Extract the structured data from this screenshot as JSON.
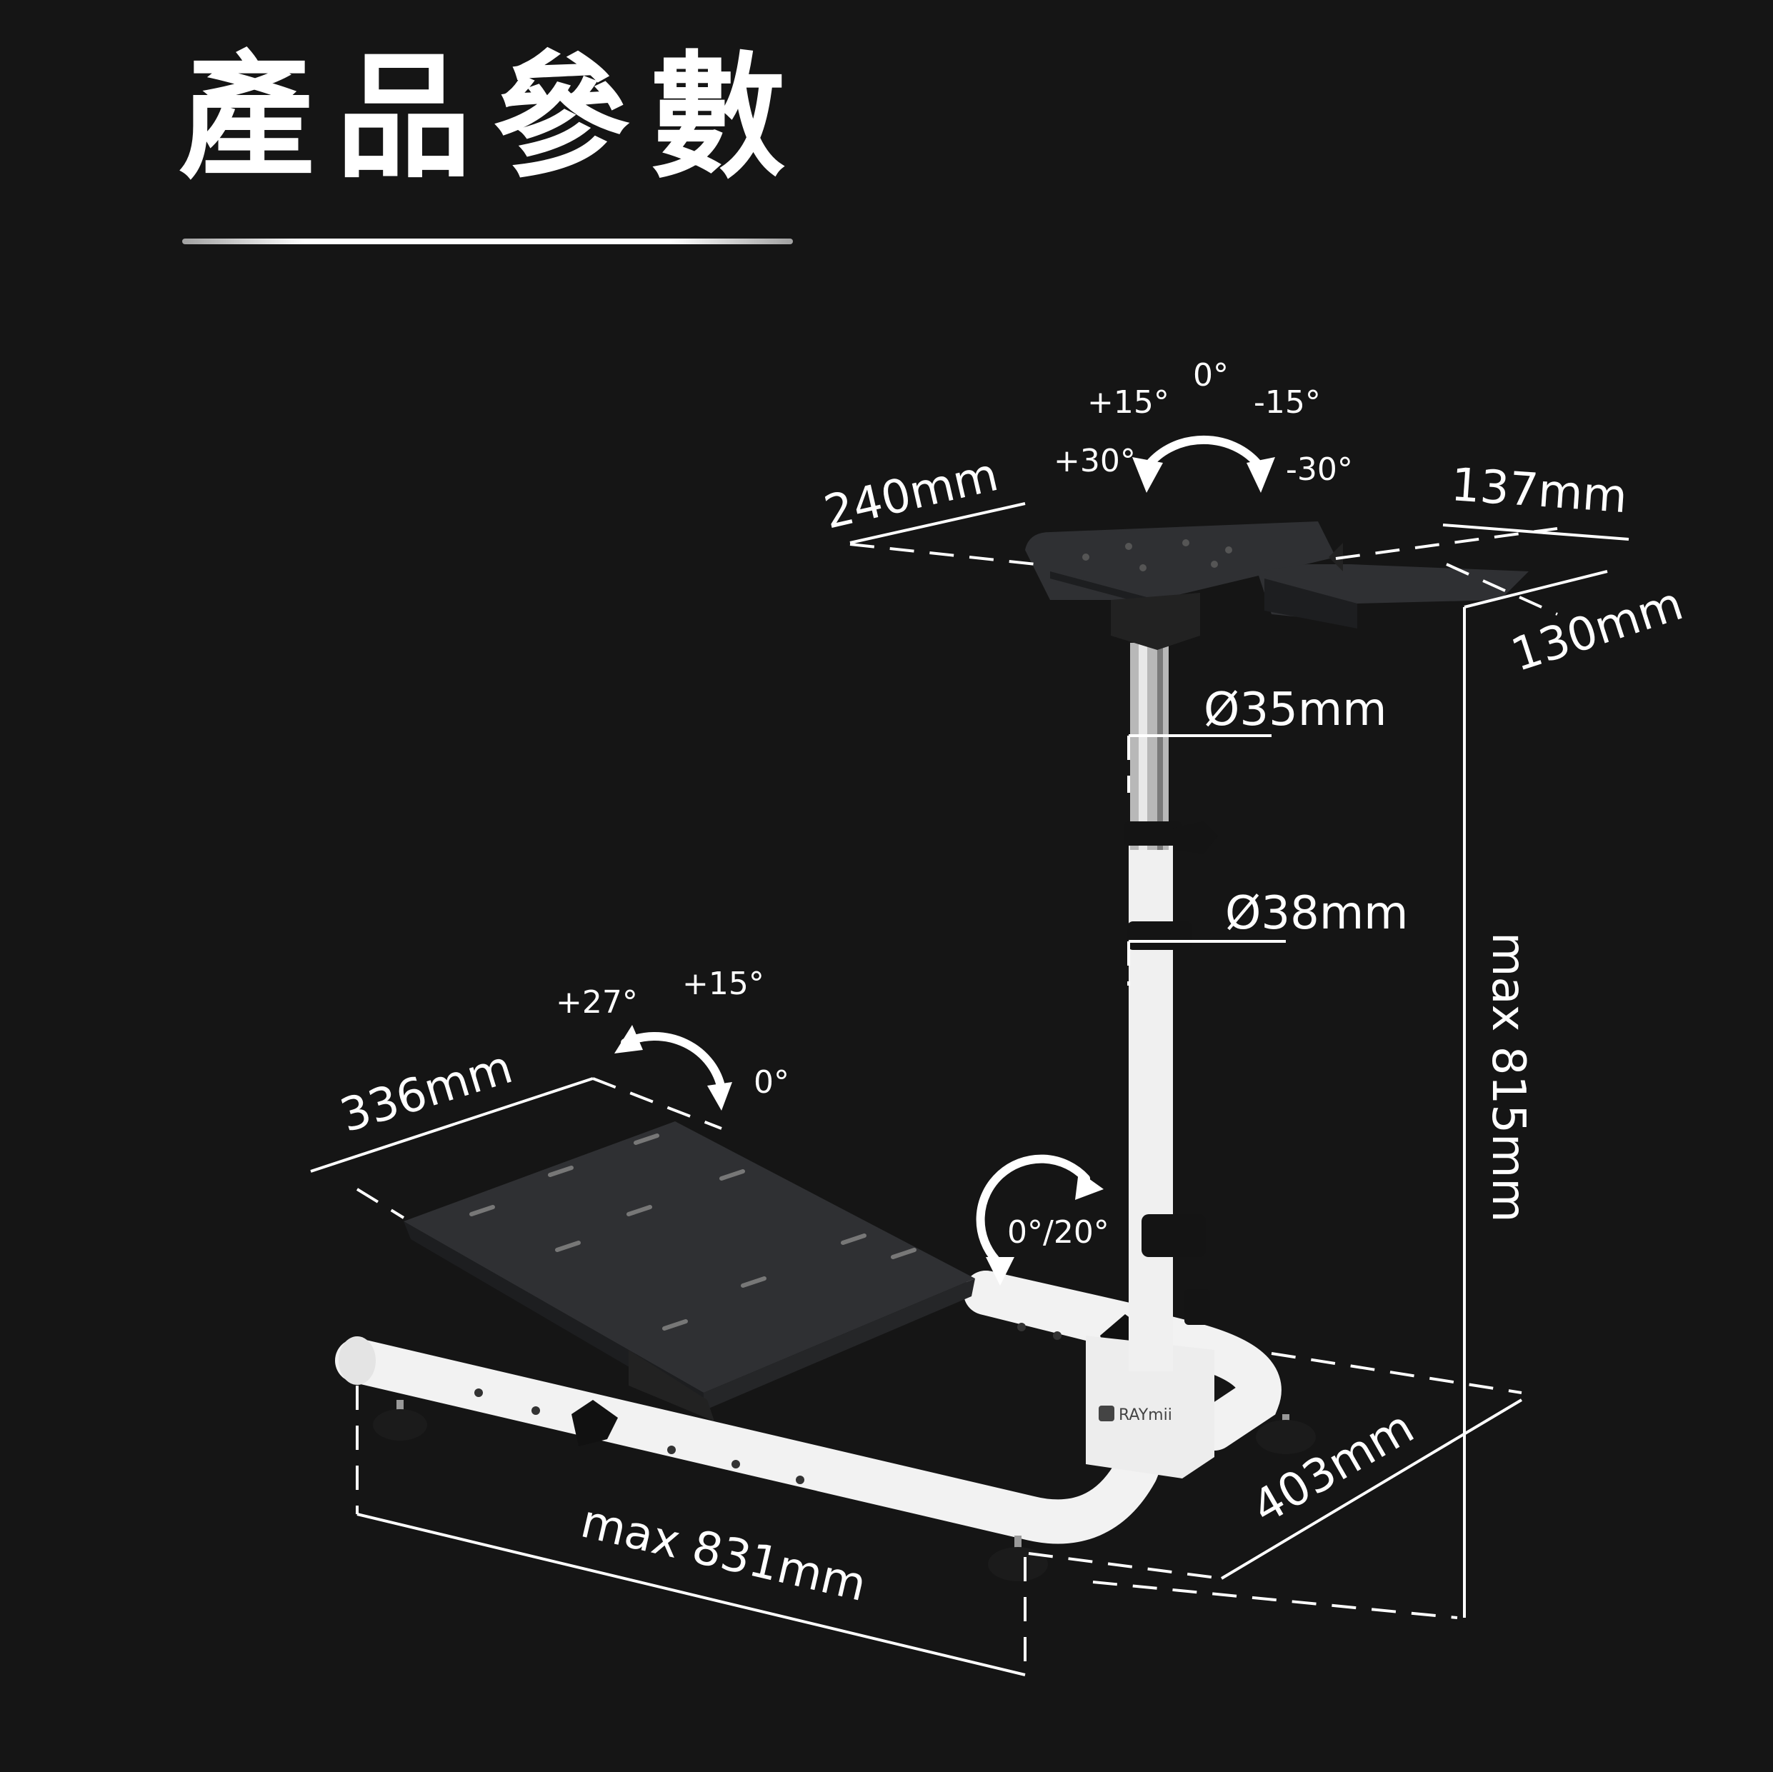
{
  "title": "產品參數",
  "brand": "RAYmii",
  "dimensions": {
    "wheel_plate_width": "240mm",
    "shifter_plate_width": "137mm",
    "shifter_plate_depth": "130mm",
    "upper_tube_diameter": "Ø35mm",
    "lower_tube_diameter": "Ø38mm",
    "max_height": "max 815mm",
    "pedal_plate_width": "336mm",
    "base_depth": "403mm",
    "max_length": "max 831mm"
  },
  "wheel_angles": {
    "zero": "0°",
    "plus15": "+15°",
    "minus15": "-15°",
    "plus30": "+30°",
    "minus30": "-30°"
  },
  "pedal_angles": {
    "plus27": "+27°",
    "plus15": "+15°",
    "zero": "0°"
  },
  "base_angle": "0°/20°",
  "colors": {
    "background": "#151515",
    "frame": "#f2f2f2",
    "plate": "#2f3033",
    "text": "#ffffff"
  }
}
